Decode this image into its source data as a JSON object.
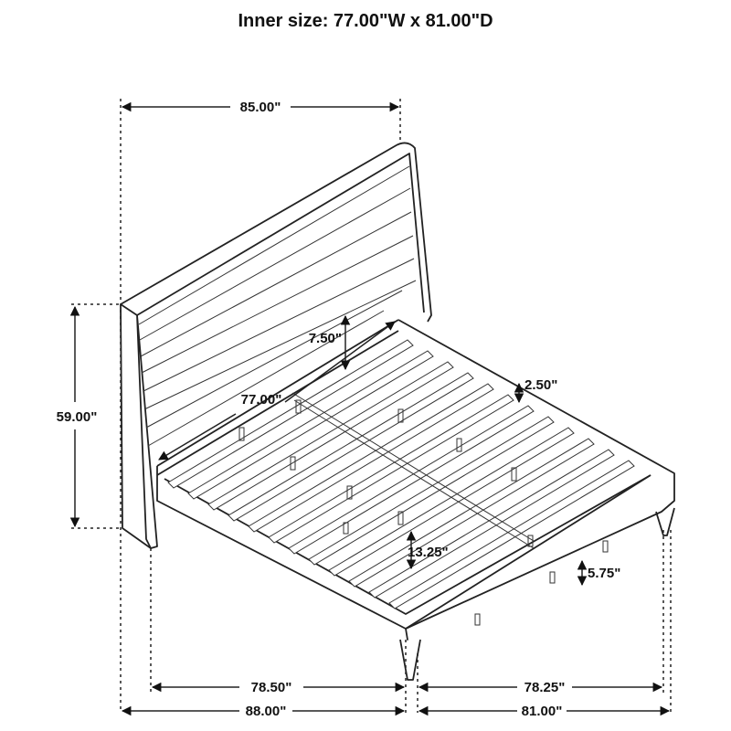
{
  "title": "Inner size: 77.00\"W x 81.00\"D",
  "dimensions": {
    "overall_width": "85.00\"",
    "headboard_height": "59.00\"",
    "slat_clearance": "7.50\"",
    "inner_width": "77.00\"",
    "rail_height": "2.50\"",
    "under_clearance": "13.25\"",
    "leg_height": "5.75\"",
    "inner_width_front": "78.50\"",
    "inner_depth": "78.25\"",
    "overall_width_bottom": "88.00\"",
    "overall_depth": "81.00\""
  }
}
